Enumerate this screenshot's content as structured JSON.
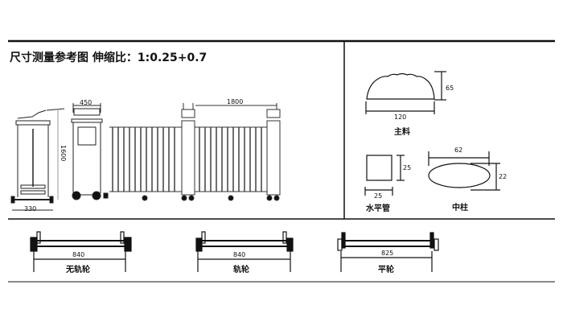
{
  "title": "尺寸测量参考图 伸缩比：1:0.25+0.7",
  "gate": {
    "post_width": "450",
    "section_length": "1800",
    "height": "1600",
    "base_width": "330"
  },
  "profiles": {
    "main": {
      "label": "主料",
      "width": "120",
      "height": "65"
    },
    "horizontal_tube": {
      "label": "水平管",
      "width": "25",
      "height": "25"
    },
    "center_post": {
      "label": "中柱",
      "width": "62",
      "height": "22"
    }
  },
  "wheels": [
    {
      "label": "无轨轮",
      "width": "840"
    },
    {
      "label": "轨轮",
      "width": "840"
    },
    {
      "label": "平轮",
      "width": "825"
    }
  ],
  "colors": {
    "line": "#111111",
    "background": "#ffffff"
  }
}
